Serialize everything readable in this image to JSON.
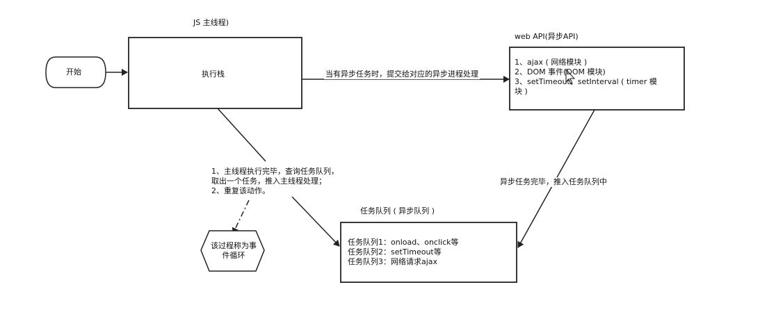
{
  "diagram": {
    "start_label": "开始",
    "main_thread_title": "JS 主线程)",
    "exec_stack_label": "执行栈",
    "async_dispatch_label": "当有异步任务时，提交给对应的异步进程处理",
    "webapi": {
      "title": "web API(异步API)",
      "lines": [
        "1、ajax ( 网络模块 )",
        "2、DOM 事件(DOM 模块)",
        "3、setTimeout、setInterval ( timer 模",
        "块 )"
      ]
    },
    "push_label": "异步任务完毕，推入任务队列中",
    "loop_note": {
      "lines": [
        "1、主线程执行完毕，查询任务队列，",
        "取出一个任务，推入主线程处理；",
        "2、重复该动作。"
      ]
    },
    "event_loop_label_lines": [
      "该过程称为事",
      "件循环"
    ],
    "queue": {
      "title": "任务队列 ( 异步队列 )",
      "lines": [
        "任务队列1：onload、onclick等",
        "任务队列2：setTimeout等",
        "任务队列3：网络请求ajax"
      ]
    }
  }
}
